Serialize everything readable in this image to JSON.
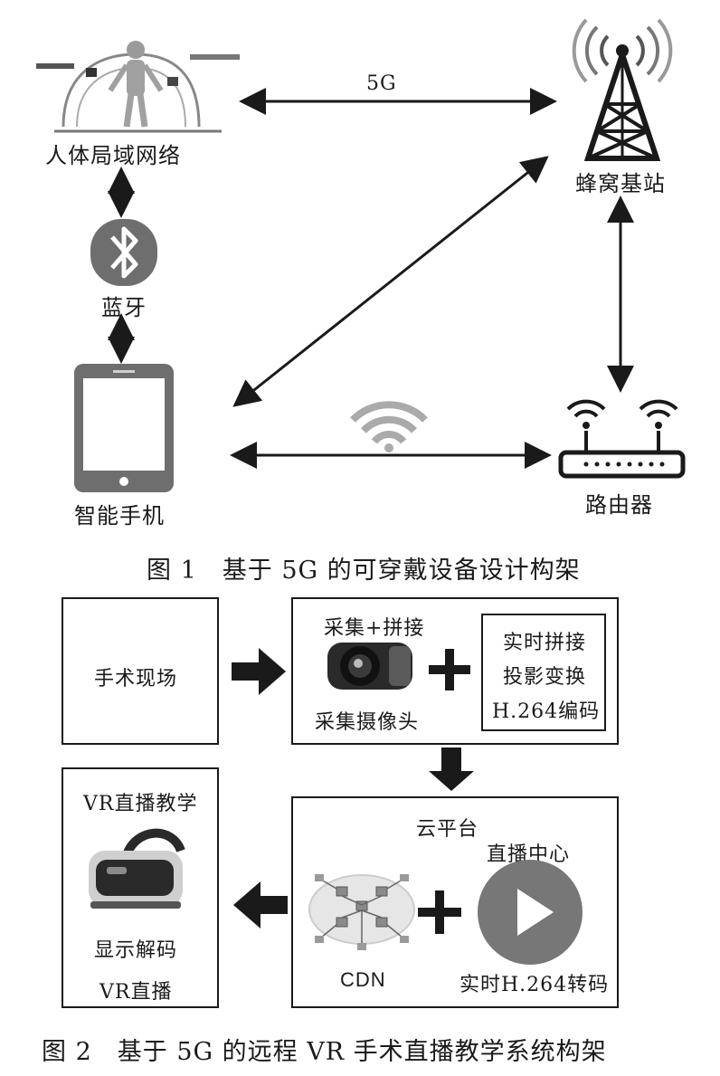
{
  "fig1": {
    "link_5g": "5G",
    "ban_label": "人体局域网络",
    "tower_label": "蜂窝基站",
    "bluetooth_label": "蓝牙",
    "phone_label": "智能手机",
    "router_label": "路由器",
    "caption": "图 1　基于 5G 的可穿戴设备设计构架"
  },
  "fig2": {
    "box_site": "手术现场",
    "capture_title": "采集+拼接",
    "capture_camera": "采集摄像头",
    "process_lines": [
      "实时拼接",
      "投影变换",
      "H.264编码"
    ],
    "cloud_title": "云平台",
    "live_center": "直播中心",
    "cdn_label": "CDN",
    "transcode_label": "实时H.264转码",
    "vr_title": "VR直播教学",
    "vr_decode": "显示解码",
    "vr_live": "VR直播",
    "caption": "图 2　基于 5G 的远程 VR 手术直播教学系统构架"
  },
  "colors": {
    "ink": "#1a1a1a",
    "grey": "#6e6e6e",
    "light": "#bdbdbd"
  }
}
